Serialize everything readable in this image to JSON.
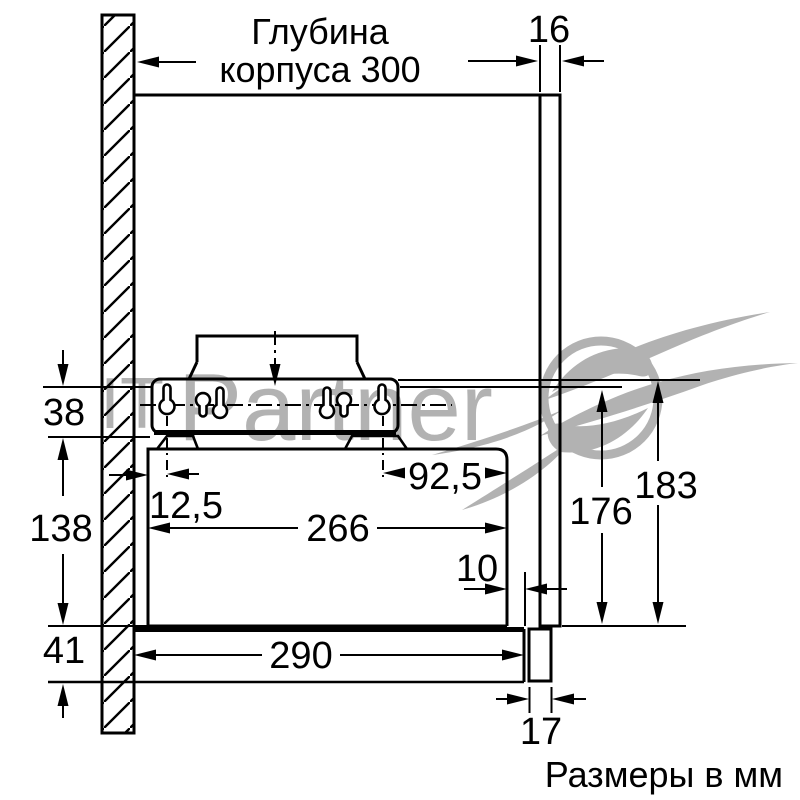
{
  "drawing": {
    "title": {
      "line1": "Глубина",
      "line2": "корпуса 300"
    },
    "footer": "Размеры в мм",
    "units": "мм",
    "dimensions": {
      "cabinet_door_thickness": "16",
      "plate_zone_height": "38",
      "body_height": "138",
      "visor_height": "41",
      "hole_offset_left": "12,5",
      "hole_offset_right": "92,5",
      "body_width": "266",
      "front_gap": "10",
      "visor_depth": "290",
      "visor_front_thickness": "17",
      "height_to_mount_line": "176",
      "height_to_plate_top": "183"
    },
    "watermark": {
      "it": "IT",
      "partner": "Partner"
    },
    "colors": {
      "line": "#000000",
      "watermark": "#a5a5a5",
      "background": "#ffffff"
    }
  }
}
